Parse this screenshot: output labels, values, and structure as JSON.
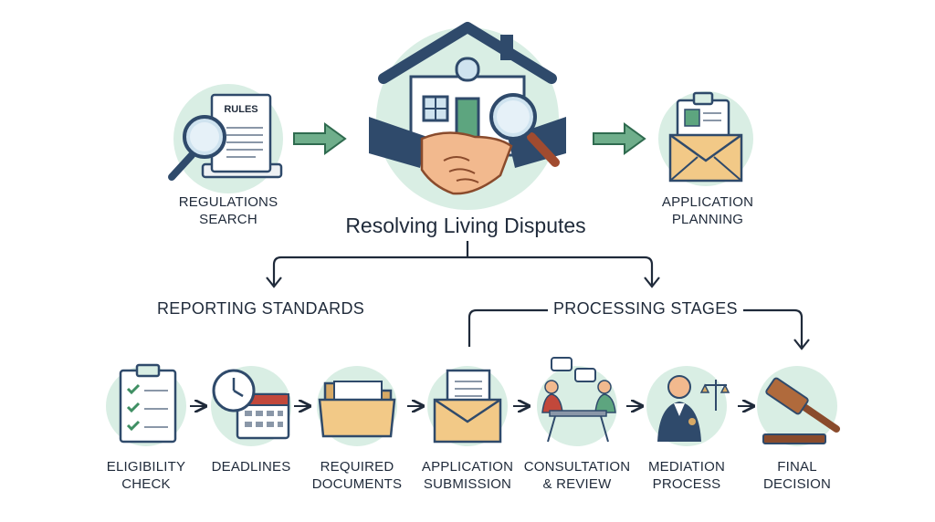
{
  "title": "Resolving Living Disputes",
  "top_steps": [
    {
      "line1": "REGULATIONS",
      "line2": "SEARCH",
      "badge": "RULES"
    },
    {
      "line1": "APPLICATION",
      "line2": "PLANNING"
    }
  ],
  "sections": {
    "left": "REPORTING STANDARDS",
    "right": "PROCESSING STAGES"
  },
  "bottom_steps": [
    {
      "line1": "ELIGIBILITY",
      "line2": "CHECK"
    },
    {
      "line1": "DEADLINES",
      "line2": ""
    },
    {
      "line1": "REQUIRED",
      "line2": "DOCUMENTS"
    },
    {
      "line1": "APPLICATION",
      "line2": "SUBMISSION"
    },
    {
      "line1": "CONSULTATION",
      "line2": "& REVIEW"
    },
    {
      "line1": "MEDIATION",
      "line2": "PROCESS"
    },
    {
      "line1": "FINAL",
      "line2": "DECISION"
    }
  ],
  "colors": {
    "circle": "#d9eee4",
    "arrow_green": "#4f9a73",
    "navy": "#2f4a6b",
    "line": "#1f2a3a"
  }
}
